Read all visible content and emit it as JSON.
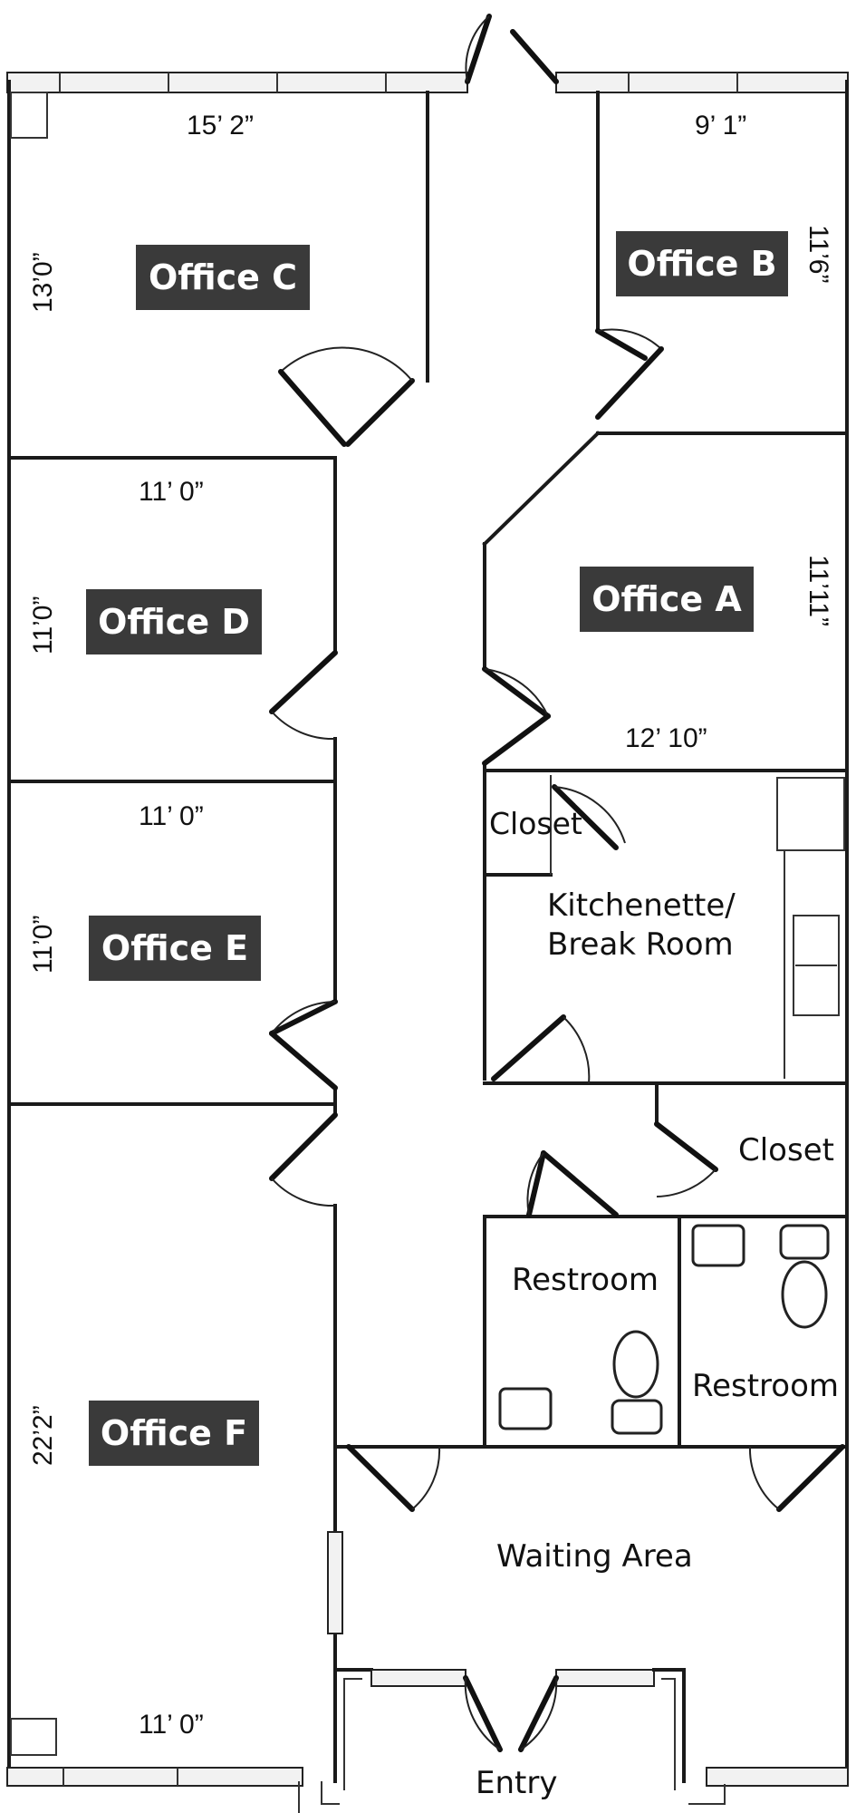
{
  "offices": [
    {
      "id": "c",
      "label": "Office C"
    },
    {
      "id": "b",
      "label": "Office B"
    },
    {
      "id": "a",
      "label": "Office A"
    },
    {
      "id": "d",
      "label": "Office D"
    },
    {
      "id": "e",
      "label": "Office E"
    },
    {
      "id": "f",
      "label": "Office F"
    }
  ],
  "dimensions": {
    "c_width": "15’ 2”",
    "c_depth": "13’0”",
    "b_width": "9’ 1”",
    "b_depth": "11’6”",
    "a_depth": "11’11”",
    "a_width": "12’ 10”",
    "d_width": "11’ 0”",
    "d_depth": "11’0”",
    "e_width": "11’ 0”",
    "e_depth": "11’0”",
    "f_depth": "22’2”",
    "f_width": "11’ 0”"
  },
  "rooms": {
    "closet_kitchen": "Closet",
    "kitchen_line1": "Kitchenette/",
    "kitchen_line2": "Break Room",
    "closet_right": "Closet",
    "restroom_left": "Restroom",
    "restroom_right": "Restroom",
    "waiting": "Waiting Area",
    "entry": "Entry"
  }
}
